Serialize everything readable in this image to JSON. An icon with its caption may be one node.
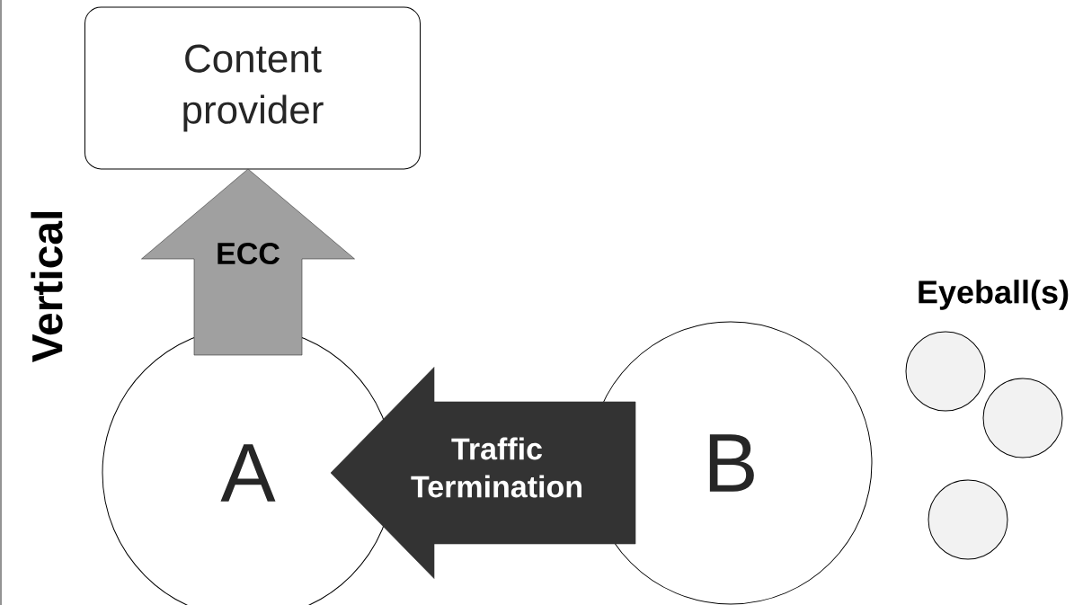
{
  "diagram": {
    "nodes": [
      {
        "text": [
          "Content provider"
        ]
      },
      {
        "text": [
          "A"
        ]
      },
      {
        "text": [
          "B"
        ]
      },
      {
        "text": [],
        "shape": "circle"
      },
      {
        "text": [],
        "shape": "circle"
      },
      {
        "text": [],
        "shape": "circle"
      }
    ],
    "edges": [
      {
        "from": 1,
        "to": 0,
        "arrow": "to",
        "label": "ECC",
        "color": "#a0a0a0"
      },
      {
        "from": 2,
        "to": 1,
        "arrow": "to",
        "label": "Traffic Termination",
        "color": "#333333"
      }
    ],
    "labels": [
      "Vertical",
      "Eyeball(s)"
    ]
  }
}
